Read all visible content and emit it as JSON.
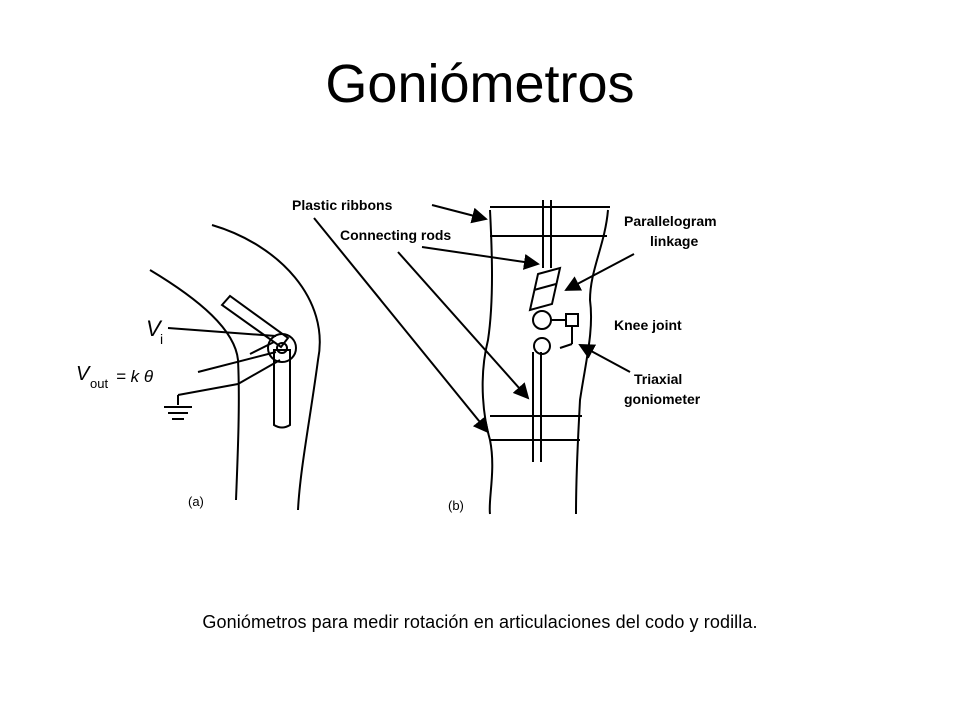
{
  "slide": {
    "title": "Goniómetros",
    "caption": "Goniómetros para medir rotación en articulaciones del codo y rodilla."
  },
  "figure_a": {
    "panel_label": "(a)",
    "vi_label": "V",
    "vi_sub": "i",
    "vout_label": "V",
    "vout_sub": "out",
    "vout_formula": "= k θ"
  },
  "figure_b": {
    "panel_label": "(b)",
    "plastic_ribbons": "Plastic ribbons",
    "connecting_rods": "Connecting rods",
    "parallelogram_line1": "Parallelogram",
    "parallelogram_line2": "linkage",
    "knee_joint": "Knee joint",
    "triaxial_line1": "Triaxial",
    "triaxial_line2": "goniometer"
  }
}
